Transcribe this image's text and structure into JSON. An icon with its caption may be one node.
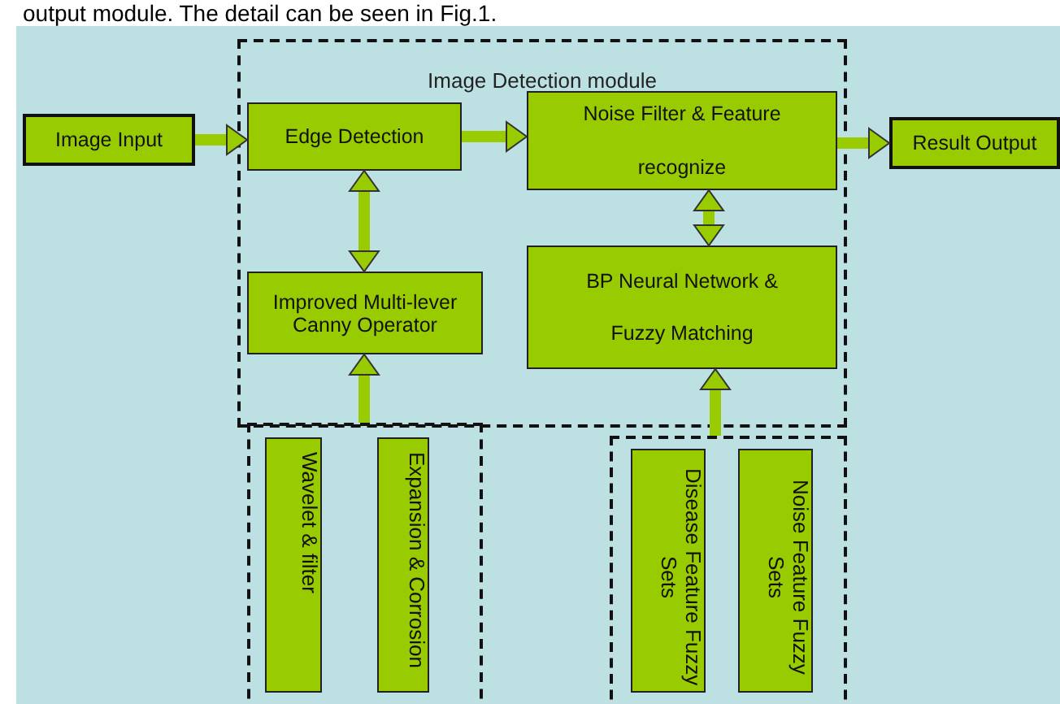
{
  "diagram": {
    "nodes": [
      {
        "text": [
          "Image Detection module"
        ]
      },
      {
        "text": [
          "Image Input"
        ]
      },
      {
        "text": [
          "Edge Detection"
        ],
        "in": 0
      },
      {
        "text": [
          "Noise Filter & Feature recognize"
        ],
        "in": 0
      },
      {
        "text": [
          "Result Output"
        ]
      },
      {
        "text": [
          "Improved Multi-lever Canny Operator"
        ],
        "in": 0
      },
      {
        "text": [
          "BP Neural Network & Fuzzy Matching"
        ],
        "in": 0
      },
      {
        "text": [],
        "shape": "box"
      },
      {
        "text": [
          "Wavelet & filter"
        ],
        "in": 7
      },
      {
        "text": [
          "Expansion & Corrosion"
        ],
        "in": 7
      },
      {
        "text": [],
        "shape": "box"
      },
      {
        "text": [
          "Disease Feature Fuzzy Sets"
        ],
        "in": 10
      },
      {
        "text": [
          "Noise Feature Fuzzy Sets"
        ],
        "in": 10
      }
    ],
    "edges": [
      {
        "from": 1,
        "to": 2,
        "arrow": "to"
      },
      {
        "from": 2,
        "to": 3,
        "arrow": "to"
      },
      {
        "from": 3,
        "to": 4,
        "arrow": "to"
      },
      {
        "from": 2,
        "to": 5,
        "arrow": "both"
      },
      {
        "from": 3,
        "to": 6,
        "arrow": "both"
      },
      {
        "from": 7,
        "to": 5,
        "arrow": "to"
      },
      {
        "from": 10,
        "to": 6,
        "arrow": "to"
      }
    ],
    "labels": [
      "output module. The detail can be seen in Fig.1."
    ]
  }
}
